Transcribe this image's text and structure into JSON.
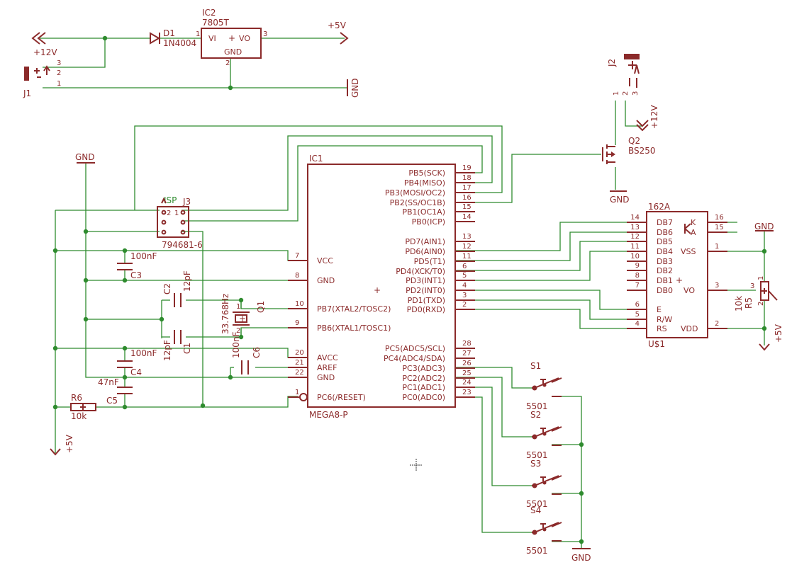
{
  "power": {
    "plus12v": "+12V",
    "plus5v": "+5V",
    "gnd": "GND",
    "j1": "J1",
    "j1_pins": [
      "3",
      "2",
      "1"
    ],
    "d1_name": "D1",
    "d1_value": "1N4004",
    "ic2_name": "IC2",
    "ic2_value": "7805T",
    "ic2_vi": "VI",
    "ic2_vo": "VO",
    "ic2_gnd": "GND",
    "ic2_pin1": "1",
    "ic2_pin2": "2",
    "ic2_pin3": "3"
  },
  "mcu": {
    "name": "IC1",
    "value": "MEGA8-P",
    "left_pins": [
      {
        "num": "7",
        "label": "VCC"
      },
      {
        "num": "8",
        "label": "GND"
      },
      {
        "num": "10",
        "label": "PB7(XTAL2/TOSC2)"
      },
      {
        "num": "9",
        "label": "PB6(XTAL1/TOSC1)"
      },
      {
        "num": "20",
        "label": "AVCC"
      },
      {
        "num": "21",
        "label": "AREF"
      },
      {
        "num": "22",
        "label": "GND"
      },
      {
        "num": "1",
        "label": "PC6(/RESET)"
      }
    ],
    "right_pins": [
      {
        "num": "19",
        "label": "PB5(SCK)"
      },
      {
        "num": "18",
        "label": "PB4(MISO)"
      },
      {
        "num": "17",
        "label": "PB3(MOSI/OC2)"
      },
      {
        "num": "16",
        "label": "PB2(SS/OC1B)"
      },
      {
        "num": "15",
        "label": "PB1(OC1A)"
      },
      {
        "num": "14",
        "label": "PB0(ICP)"
      },
      {
        "num": "13",
        "label": "PD7(AIN1)"
      },
      {
        "num": "12",
        "label": "PD6(AIN0)"
      },
      {
        "num": "11",
        "label": "PD5(T1)"
      },
      {
        "num": "6",
        "label": "PD4(XCK/T0)"
      },
      {
        "num": "5",
        "label": "PD3(INT1)"
      },
      {
        "num": "4",
        "label": "PD2(INT0)"
      },
      {
        "num": "3",
        "label": "PD1(TXD)"
      },
      {
        "num": "2",
        "label": "PD0(RXD)"
      },
      {
        "num": "28",
        "label": "PC5(ADC5/SCL)"
      },
      {
        "num": "27",
        "label": "PC4(ADC4/SDA)"
      },
      {
        "num": "26",
        "label": "PC3(ADC3)"
      },
      {
        "num": "25",
        "label": "PC2(ADC2)"
      },
      {
        "num": "24",
        "label": "PC1(ADC1)"
      },
      {
        "num": "23",
        "label": "PC0(ADC0)"
      }
    ]
  },
  "lcd": {
    "name": "162A",
    "value": "U$1",
    "left_pins": [
      {
        "num": "14",
        "label": "DB7"
      },
      {
        "num": "13",
        "label": "DB6"
      },
      {
        "num": "12",
        "label": "DB5"
      },
      {
        "num": "11",
        "label": "DB4"
      },
      {
        "num": "10",
        "label": "DB3"
      },
      {
        "num": "9",
        "label": "DB2"
      },
      {
        "num": "8",
        "label": "DB1"
      },
      {
        "num": "7",
        "label": "DB0"
      },
      {
        "num": "6",
        "label": "E"
      },
      {
        "num": "5",
        "label": "R/W"
      },
      {
        "num": "4",
        "label": "RS"
      }
    ],
    "right_pins": [
      {
        "num": "16",
        "label": "K"
      },
      {
        "num": "15",
        "label": "A"
      },
      {
        "num": "1",
        "label": "VSS"
      },
      {
        "num": "3",
        "label": "VO"
      },
      {
        "num": "2",
        "label": "VDD"
      }
    ]
  },
  "isp": {
    "label": "ISP",
    "name": "J3",
    "value": "794681-6",
    "pins": [
      "2",
      "1"
    ]
  },
  "j2": {
    "name": "J2",
    "pins": [
      "1",
      "2",
      "3"
    ],
    "plus12v": "+12V"
  },
  "q2": {
    "name": "Q2",
    "value": "BS250",
    "gnd": "GND"
  },
  "q1": {
    "name": "Q1",
    "value": "33.768Hz",
    "pin1": "1",
    "pin2": "2"
  },
  "caps": {
    "c1_name": "C1",
    "c1_value": "12pF",
    "c2_name": "C2",
    "c2_value": "12pF",
    "c3_name": "C3",
    "c3_value": "100nF",
    "c4_name": "C4",
    "c4_value": "100nF",
    "c5_name": "C5",
    "c5_value": "47nF",
    "c6_name": "C6",
    "c6_value": "100nF"
  },
  "r6": {
    "name": "R6",
    "value": "10k"
  },
  "r5": {
    "name": "R5",
    "value": "10k",
    "pins": [
      "1",
      "3",
      "2"
    ]
  },
  "left_gnd": "GND",
  "left_5v": "+5V",
  "lcd_gnd": "GND",
  "lcd_5v": "+5V",
  "switches": {
    "names": [
      "S1",
      "S2",
      "S3",
      "S4"
    ],
    "value": "5501",
    "gnd": "GND"
  }
}
